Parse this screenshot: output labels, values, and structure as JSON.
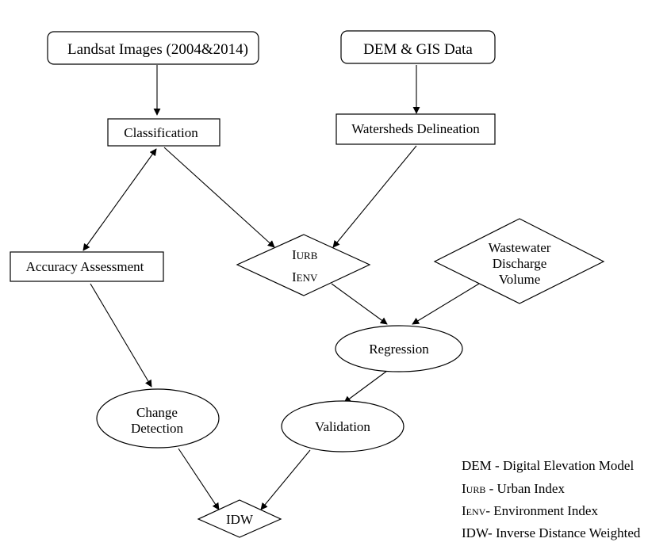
{
  "nodes": {
    "landsat": {
      "label": "Landsat Images (2004&2014)",
      "shape": "rounded-rect"
    },
    "dem": {
      "label": "DEM & GIS Data",
      "shape": "rounded-rect"
    },
    "classification": {
      "label": "Classification",
      "shape": "rect"
    },
    "watersheds": {
      "label": "Watersheds Delineation",
      "shape": "rect"
    },
    "accuracy": {
      "label": "Accuracy Assessment",
      "shape": "rect"
    },
    "indices": {
      "line1": "I",
      "line1_sub": "URB",
      "line2": "I",
      "line2_sub": "ENV",
      "shape": "diamond"
    },
    "wastewater": {
      "line1": "Wastewater",
      "line2": "Discharge",
      "line3": "Volume",
      "shape": "diamond"
    },
    "regression": {
      "label": "Regression",
      "shape": "ellipse"
    },
    "change": {
      "line1": "Change",
      "line2": "Detection",
      "shape": "ellipse"
    },
    "validation": {
      "label": "Validation",
      "shape": "ellipse"
    },
    "idw": {
      "label": "IDW",
      "shape": "diamond"
    }
  },
  "edges": [
    {
      "from": "landsat",
      "to": "classification"
    },
    {
      "from": "dem",
      "to": "watersheds"
    },
    {
      "from": "classification",
      "to": "accuracy",
      "bidirectional": true
    },
    {
      "from": "classification",
      "to": "indices"
    },
    {
      "from": "watersheds",
      "to": "indices"
    },
    {
      "from": "accuracy",
      "to": "change"
    },
    {
      "from": "indices",
      "to": "regression"
    },
    {
      "from": "wastewater",
      "to": "regression"
    },
    {
      "from": "regression",
      "to": "validation"
    },
    {
      "from": "change",
      "to": "idw"
    },
    {
      "from": "validation",
      "to": "idw"
    }
  ],
  "legend": [
    {
      "abbr": "DEM",
      "abbr_sub": "",
      "sep": " - ",
      "desc": "Digital Elevation Model"
    },
    {
      "abbr": "I",
      "abbr_sub": "URB",
      "sep": " - ",
      "desc": "Urban Index"
    },
    {
      "abbr": "I",
      "abbr_sub": "ENV",
      "sep": "- ",
      "desc": "Environment Index"
    },
    {
      "abbr": "IDW",
      "abbr_sub": "",
      "sep": "- ",
      "desc": "Inverse Distance Weighted"
    }
  ]
}
